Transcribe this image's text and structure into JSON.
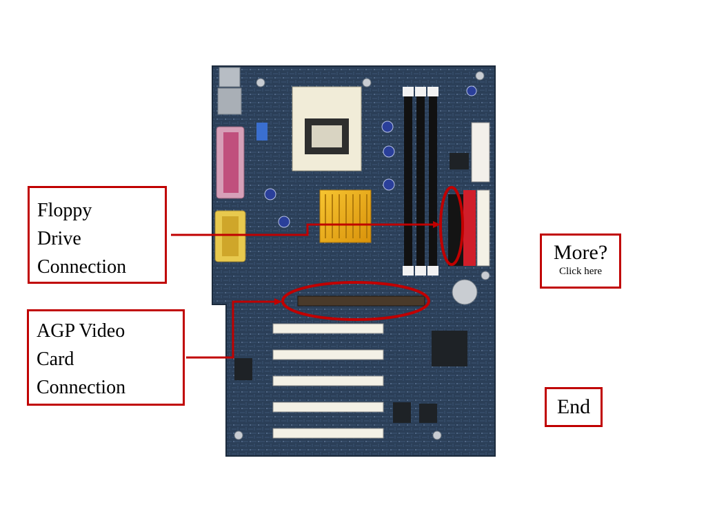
{
  "callouts": {
    "floppy": {
      "line1": "Floppy",
      "line2": "Drive",
      "line3": "Connection"
    },
    "agp": {
      "line1": "AGP Video",
      "line2": "Card",
      "line3": "Connection"
    }
  },
  "nav": {
    "more_label": "More?",
    "more_sub": "Click here",
    "end_label": "End"
  },
  "colors": {
    "accent_red": "#c00000",
    "board_blue": "#283c55"
  }
}
